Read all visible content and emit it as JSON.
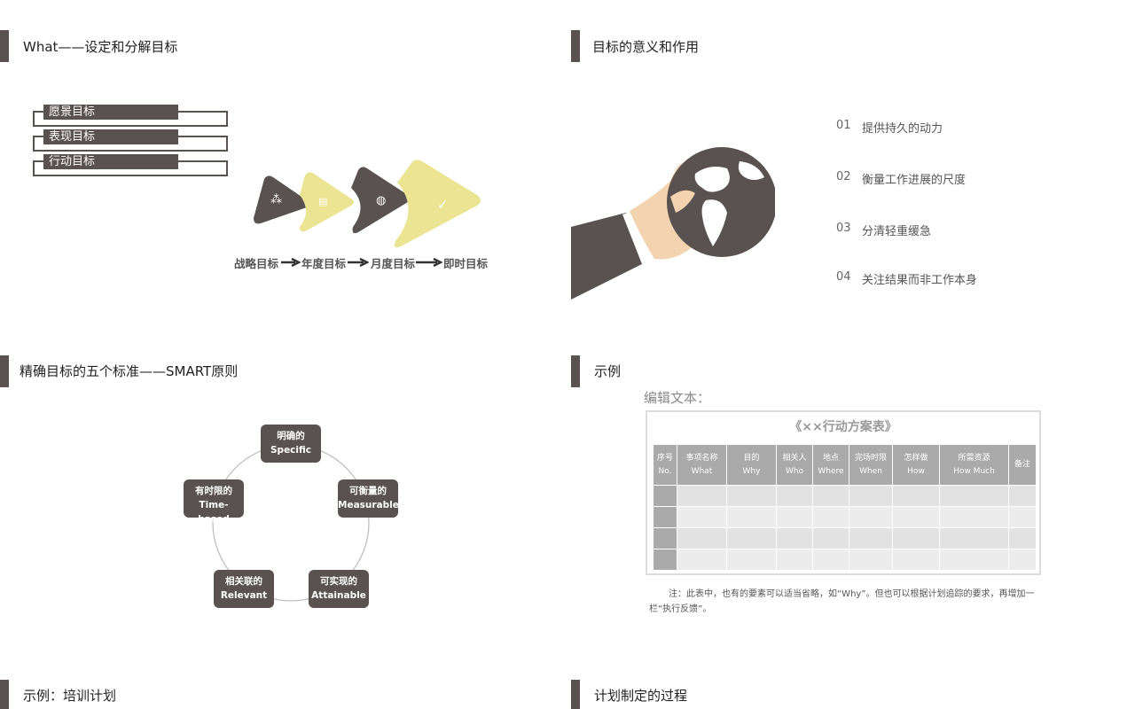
{
  "slide1": {
    "title": "What——设定和分解目标",
    "goals": [
      "愿景目标",
      "表现目标",
      "行动目标"
    ],
    "flow": [
      "战略目标",
      "年度目标",
      "月度目标",
      "即时目标"
    ]
  },
  "slide2": {
    "title": "目标的意义和作用",
    "items": [
      {
        "num": "01",
        "text": "提供持久的动力"
      },
      {
        "num": "02",
        "text": "衡量工作进展的尺度"
      },
      {
        "num": "03",
        "text": "分清轻重缓急"
      },
      {
        "num": "04",
        "text": "关注结果而非工作本身"
      }
    ]
  },
  "slide3": {
    "title": "精确目标的五个标准——SMART原则",
    "criteria": [
      {
        "cn": "明确的",
        "en": "Specific"
      },
      {
        "cn": "可衡量的",
        "en": "Measurable"
      },
      {
        "cn": "可实现的",
        "en": "Attainable"
      },
      {
        "cn": "相关联的",
        "en": "Relevant"
      },
      {
        "cn": "有时限的",
        "en": "Time-based"
      }
    ]
  },
  "slide4": {
    "title": "示例",
    "edit_label": "编辑文本：",
    "table_title": "《××行动方案表》",
    "headers": [
      {
        "cn": "序号",
        "en": "No."
      },
      {
        "cn": "事项名称",
        "en": "What"
      },
      {
        "cn": "目的",
        "en": "Why"
      },
      {
        "cn": "相关人",
        "en": "Who"
      },
      {
        "cn": "地点",
        "en": "Where"
      },
      {
        "cn": "完场时限",
        "en": "When"
      },
      {
        "cn": "怎样做",
        "en": "How"
      },
      {
        "cn": "所需资源",
        "en": "How Much"
      },
      {
        "cn": "备注",
        "en": ""
      }
    ],
    "note": "注：此表中，也有的要素可以适当省略，如“Why”。但也可以根据计划追踪的要求，再增加一栏“执行反馈”。"
  },
  "slide5": {
    "title": "示例：培训计划"
  },
  "slide6": {
    "title": "计划制定的过程"
  },
  "colors": {
    "dark": "#5a5250",
    "accent": "#ebe593",
    "skin": "#f3d3b0"
  }
}
